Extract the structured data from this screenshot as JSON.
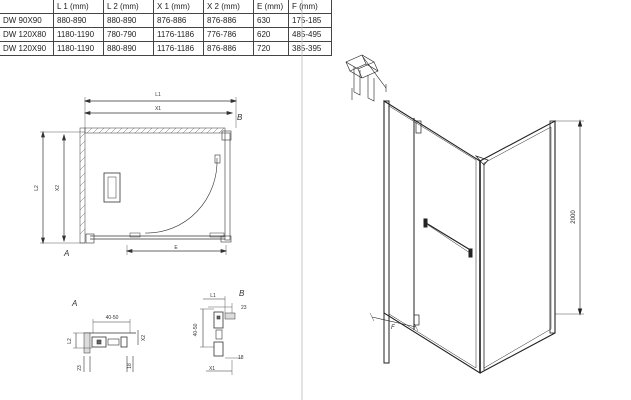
{
  "spec_table": {
    "headers": [
      "",
      "L 1 (mm)",
      "L 2 (mm)",
      "X 1 (mm)",
      "X 2 (mm)",
      "E (mm)",
      "F (mm)"
    ],
    "rows": [
      [
        "DW 90X90",
        "880-890",
        "880-890",
        "876-886",
        "876-886",
        "630",
        "175-185"
      ],
      [
        "DW 120X80",
        "1180-1190",
        "780-790",
        "1176-1186",
        "776-786",
        "620",
        "485-495"
      ],
      [
        "DW 120X90",
        "1180-1190",
        "880-890",
        "1176-1186",
        "876-886",
        "720",
        "385-395"
      ]
    ]
  },
  "plan_view": {
    "label_L1": "L1",
    "label_X1": "X1",
    "label_L2": "L2",
    "label_X2": "X2",
    "label_E": "E",
    "corner_A": "A",
    "corner_B": "B"
  },
  "detail_A": {
    "title": "A",
    "dim_40_50": "40-50",
    "dim_L2": "L2",
    "dim_X2": "X2",
    "dim_23": "23",
    "dim_18": "18"
  },
  "detail_B": {
    "title": "B",
    "dim_L1": "L1",
    "dim_23": "23",
    "dim_40_50": "40-50",
    "dim_18": "18",
    "dim_X1": "X1"
  },
  "elevation_view": {
    "height_label": "2000",
    "label_F": "F"
  }
}
